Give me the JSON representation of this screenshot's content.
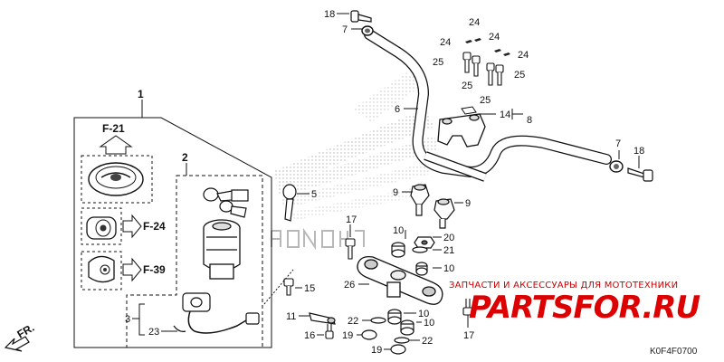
{
  "diagram": {
    "figure_code": "K0F4F0700",
    "direction_label": "FR.",
    "group_labels": {
      "group_1": "1",
      "group_2": "2",
      "group_3": "3"
    },
    "references": {
      "f21": "F-21",
      "f24": "F-24",
      "f39": "F-39"
    },
    "callouts": {
      "c18_top": "18",
      "c7_top": "7",
      "c24_a": "24",
      "c24_b": "24",
      "c24_c": "24",
      "c24_d": "24",
      "c25_a": "25",
      "c25_b": "25",
      "c25_c": "25",
      "c25_d": "25",
      "c6": "6",
      "c14": "14",
      "c8": "8",
      "c7_right": "7",
      "c18_right": "18",
      "c5": "5",
      "c9_a": "9",
      "c9_b": "9",
      "c17_top": "17",
      "c10_a": "10",
      "c20": "20",
      "c21": "21",
      "c10_b": "10",
      "c15": "15",
      "c26": "26",
      "c11": "11",
      "c22_a": "22",
      "c10_c": "10",
      "c10_d": "10",
      "c17_bottom": "17",
      "c16": "16",
      "c19_a": "19",
      "c22_b": "22",
      "c19_b": "19",
      "c23": "23"
    }
  },
  "watermark": {
    "tagline": "ЗАПЧАСТИ И АКСЕССУАРЫ ДЛЯ МОТОТЕХНИКИ",
    "logo": "PARTSFOR.RU"
  },
  "colors": {
    "line": "#111111",
    "watermark_red": "#dd0000"
  }
}
